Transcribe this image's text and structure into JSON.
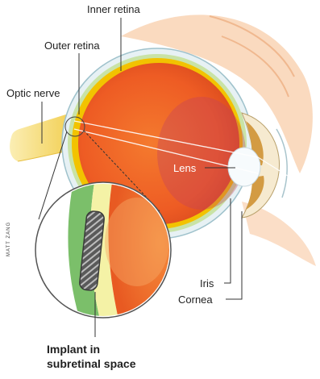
{
  "labels": {
    "inner_retina": "Inner retina",
    "outer_retina": "Outer retina",
    "optic_nerve": "Optic nerve",
    "lens": "Lens",
    "iris": "Iris",
    "cornea": "Cornea",
    "implant_line1": "Implant in",
    "implant_line2": "subretinal space"
  },
  "credit": "MATT ZANG",
  "colors": {
    "eye_fill": "#f06a2a",
    "inner_retina": "#f2c300",
    "outer_retina": "#c9e3a6",
    "sclera": "#e7f1f4",
    "optic_nerve": "#f6dc72",
    "implant": "#555555",
    "magnifier_green": "#7bbf6a",
    "soft_orange": "#f7c7a3"
  }
}
